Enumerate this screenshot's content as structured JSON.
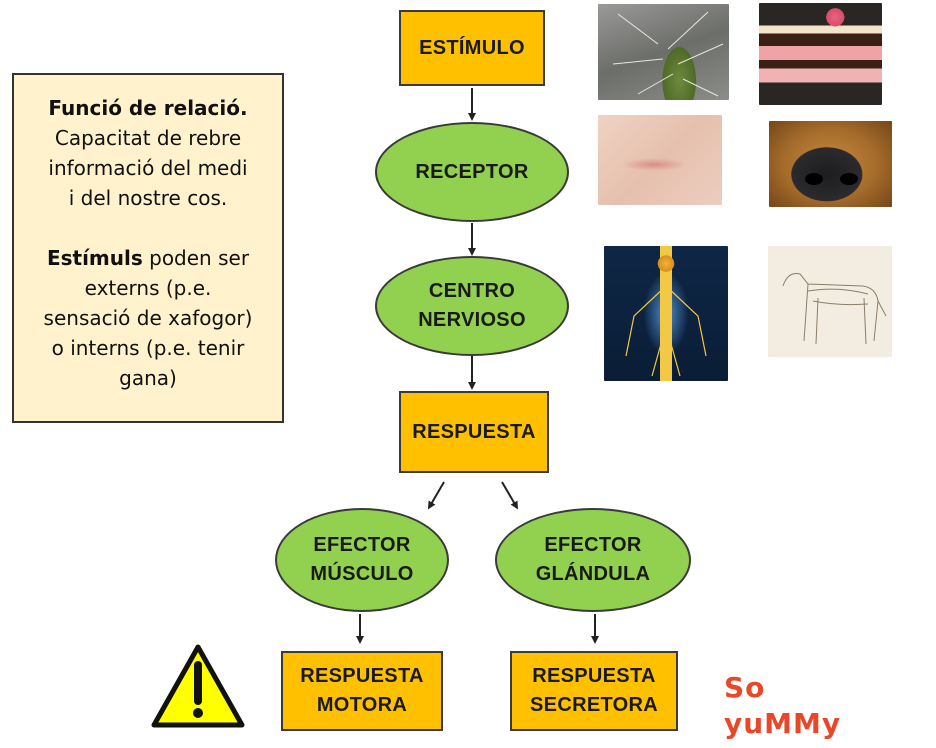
{
  "info_box": {
    "title": "Funció de relació.",
    "line1": "Capacitat de rebre",
    "line2": "informació del medi",
    "line3": "i del nostre cos.",
    "stimuli_bold": "Estímuls",
    "stimuli_rest": " poden ser",
    "line5": "externs (p.e.",
    "line6": "sensació de xafogor)",
    "line7": "o interns (p.e. tenir",
    "line8": "gana)"
  },
  "flow": {
    "estimulo": "ESTÍMULO",
    "receptor": "RECEPTOR",
    "centro": "CENTRO\nNERVIOSO",
    "respuesta": "RESPUESTA",
    "efector_musculo": "EFECTOR\nMÚSCULO",
    "efector_glandula": "EFECTOR\nGLÁNDULA",
    "respuesta_motora": "RESPUESTA\nMOTORA",
    "respuesta_secretora": "RESPUESTA\nSECRETORA"
  },
  "colors": {
    "rect_fill": "#ffc000",
    "ellipse_fill": "#92d050",
    "info_fill": "#fff2cc",
    "warning_yellow": "#ffff00",
    "brand_red": "#e8472a"
  },
  "photos": [
    "cactus-photo",
    "cake-photo",
    "skin-photo",
    "dog-nose-photo",
    "nervous-system-photo",
    "dog-anatomy-sketch"
  ],
  "logo_text": "So yuMMy"
}
